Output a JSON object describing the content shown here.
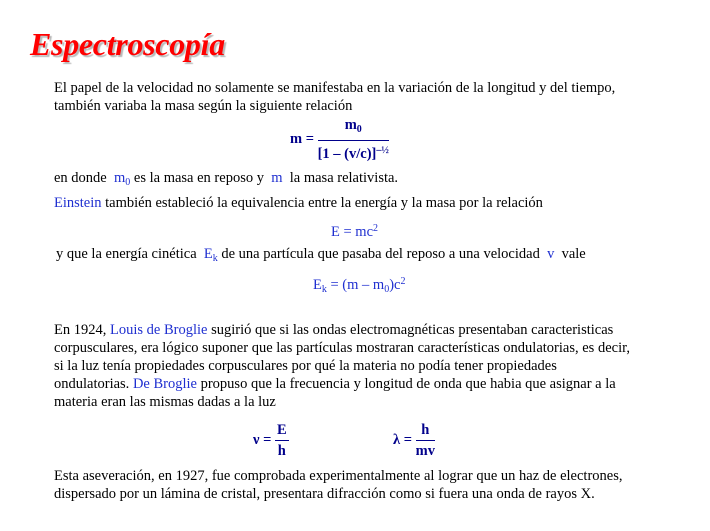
{
  "title": "Espectroscopía",
  "para1": {
    "line1": "El papel de la velocidad no solamente se manifestaba en la variación de la longitud y del tiempo,",
    "line2": "también variaba la masa según la siguiente relación"
  },
  "formula_mass": {
    "lhs": "m =",
    "num_m": "m",
    "num_sub": "0",
    "den_main": "[1 – (v/c)]",
    "den_sup": "–½"
  },
  "line_rest": {
    "part1": "en donde",
    "m0_m": "m",
    "m0_sub": "0",
    "part2": "es la masa en reposo y",
    "m_sym": "m",
    "part3": "la masa relativista."
  },
  "line_einstein": {
    "name": "Einstein",
    "text": "también estableció la equivalencia entre la energía y la masa por la relación"
  },
  "formula_energy": {
    "main": "E = mc",
    "sup": "2"
  },
  "line_kinetic": {
    "part1": "y que la energía cinética",
    "ek_e": "E",
    "ek_sub": "k",
    "part2": "de una partícula que pasaba del reposo a una velocidad",
    "v_sym": "v",
    "part3": "vale"
  },
  "formula_kinetic": {
    "e": "E",
    "e_sub": "k",
    "mid": "= (m – m",
    "m_sub": "0",
    "end": ")c",
    "sup": "2"
  },
  "para_broglie": {
    "l1_a": "En 1924,",
    "l1_name": "Louis de Broglie",
    "l1_b": "sugirió que si las ondas electromagnéticas presentaban caracteristicas",
    "l2": "corpusculares, era lógico suponer que las partículas mostraran características ondulatorias, es decir,",
    "l3": "si la luz tenía propiedades corpusculares  por qué la materia no podía tener propiedades",
    "l4_a": "ondulatorias.",
    "l4_name": "De Broglie",
    "l4_b": "propuso que la frecuencia y longitud de onda que habia que asignar a la",
    "l5": "materia eran las mismas dadas a la luz"
  },
  "formula_nu": {
    "lhs": "ν =",
    "num": "E",
    "den": "h"
  },
  "formula_lambda": {
    "lhs": "λ =",
    "num": "h",
    "den": "mv"
  },
  "para_final": {
    "l1": "Esta aseveración, en 1927,  fue comprobada experimentalmente al lograr que un haz de electrones,",
    "l2": "dispersado por un lámina de cristal, presentara difracción como si fuera una onda de rayos X."
  },
  "colors": {
    "title": "#ff0000",
    "accent_blue": "#1f2fd0",
    "formula_navy": "#00008b"
  }
}
